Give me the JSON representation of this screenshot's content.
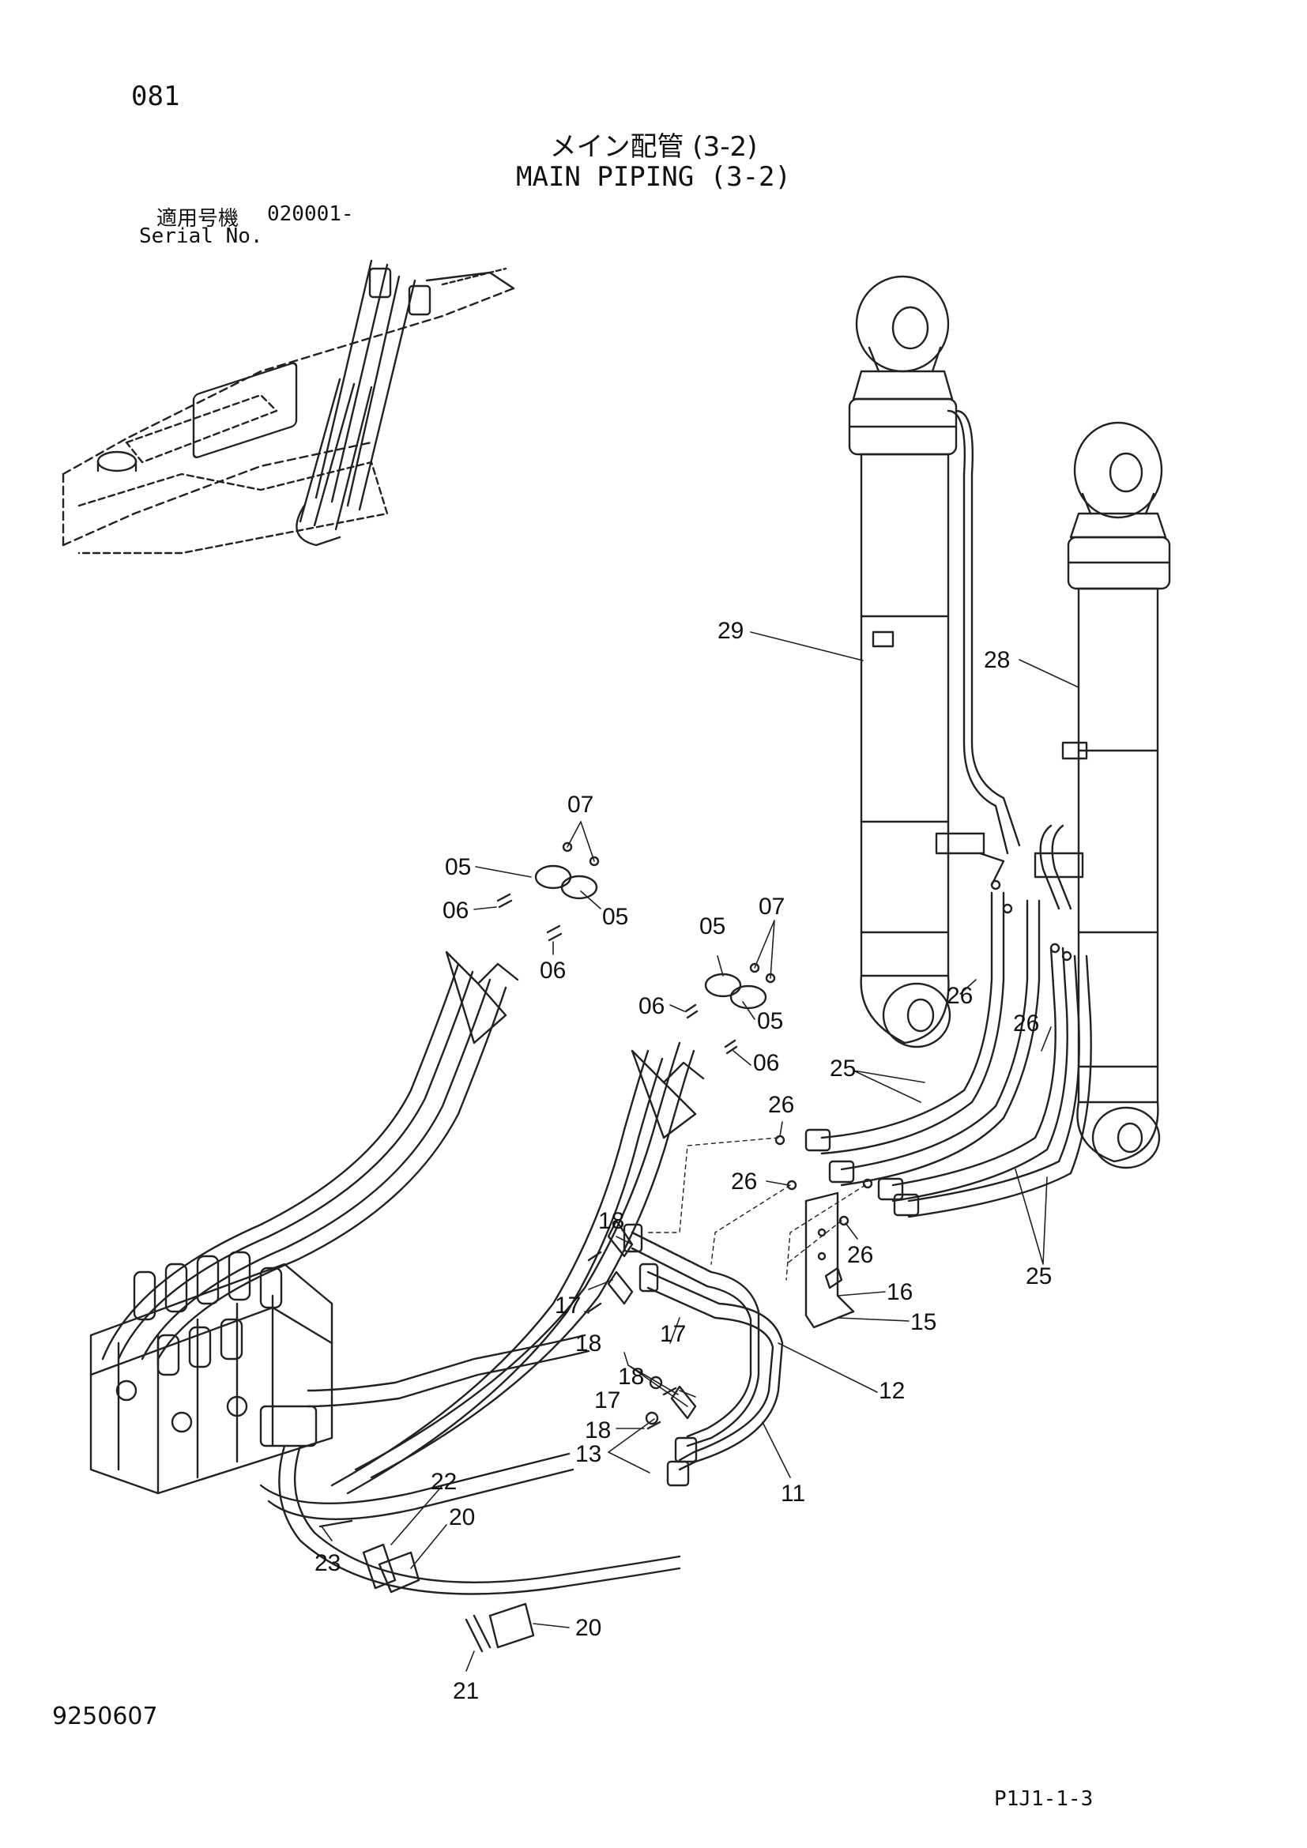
{
  "header": {
    "page_number": "081",
    "title_jp": "メイン配管 (3-2)",
    "title_en": "MAIN PIPING (3-2)",
    "serial_label_jp": "適用号機",
    "serial_label_en": "Serial No.",
    "serial_value": "020001-"
  },
  "footer": {
    "doc_id": "9250607",
    "sheet_code": "P1J1-1-3"
  },
  "parts": [
    {
      "id": "p29",
      "label": "29"
    },
    {
      "id": "p28",
      "label": "28"
    },
    {
      "id": "p07a",
      "label": "07"
    },
    {
      "id": "p05a",
      "label": "05"
    },
    {
      "id": "p06a",
      "label": "06"
    },
    {
      "id": "p05b",
      "label": "05"
    },
    {
      "id": "p06b",
      "label": "06"
    },
    {
      "id": "p07b",
      "label": "07"
    },
    {
      "id": "p05c",
      "label": "05"
    },
    {
      "id": "p06c",
      "label": "06"
    },
    {
      "id": "p05d",
      "label": "05"
    },
    {
      "id": "p06d",
      "label": "06"
    },
    {
      "id": "p26a",
      "label": "26"
    },
    {
      "id": "p26b",
      "label": "26"
    },
    {
      "id": "p25a",
      "label": "25"
    },
    {
      "id": "p26c",
      "label": "26"
    },
    {
      "id": "p26d",
      "label": "26"
    },
    {
      "id": "p26e",
      "label": "26"
    },
    {
      "id": "p18a",
      "label": "18"
    },
    {
      "id": "p16",
      "label": "16"
    },
    {
      "id": "p25b",
      "label": "25"
    },
    {
      "id": "p17a",
      "label": "17"
    },
    {
      "id": "p15",
      "label": "15"
    },
    {
      "id": "p18b",
      "label": "18"
    },
    {
      "id": "p17b",
      "label": "17"
    },
    {
      "id": "p18c",
      "label": "18"
    },
    {
      "id": "p12",
      "label": "12"
    },
    {
      "id": "p17c",
      "label": "17"
    },
    {
      "id": "p18d",
      "label": "18"
    },
    {
      "id": "p13",
      "label": "13"
    },
    {
      "id": "p11",
      "label": "11"
    },
    {
      "id": "p22",
      "label": "22"
    },
    {
      "id": "p20a",
      "label": "20"
    },
    {
      "id": "p23",
      "label": "23"
    },
    {
      "id": "p20b",
      "label": "20"
    },
    {
      "id": "p21",
      "label": "21"
    }
  ]
}
